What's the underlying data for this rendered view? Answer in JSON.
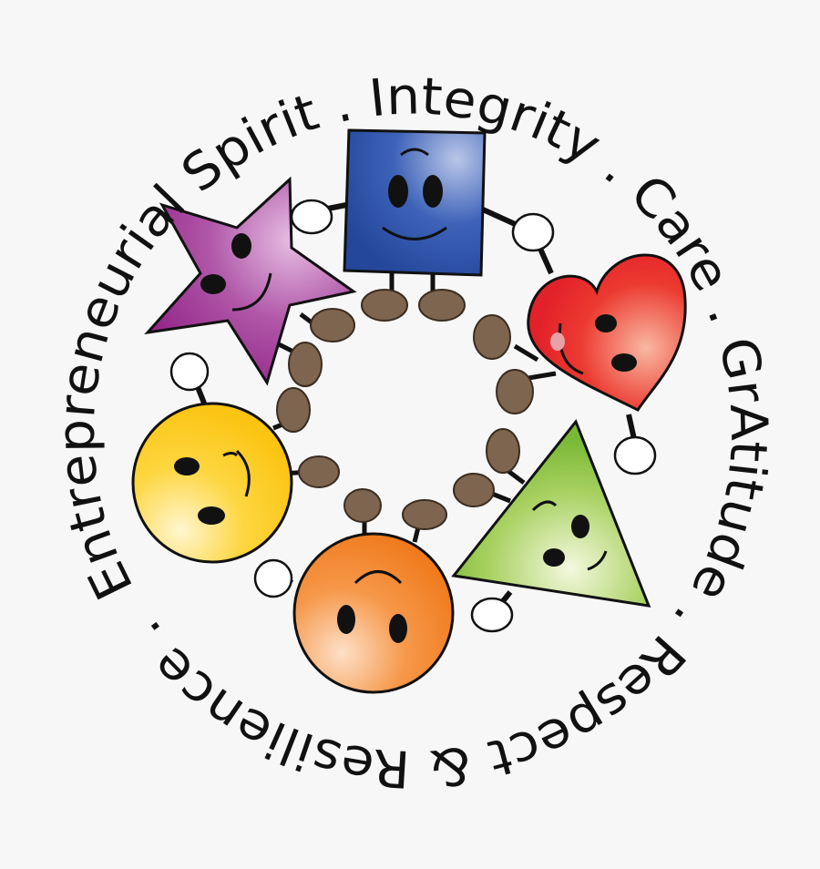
{
  "logo": {
    "ring_text": "Entrepreneurial Spirit . Integrity . Care . GrAtitude . Respect & Resilience .",
    "values": [
      "Entrepreneurial Spirit",
      "Integrity",
      "Care",
      "GrAtitude",
      "Respect & Resilience"
    ],
    "characters": [
      {
        "shape": "square",
        "color": "#2b4fa8"
      },
      {
        "shape": "heart",
        "color": "#e8232a"
      },
      {
        "shape": "triangle",
        "color": "#8cc63f"
      },
      {
        "shape": "circle",
        "color": "#f47f20"
      },
      {
        "shape": "circle",
        "color": "#fcc917"
      },
      {
        "shape": "star",
        "color": "#9b2b93"
      }
    ]
  }
}
